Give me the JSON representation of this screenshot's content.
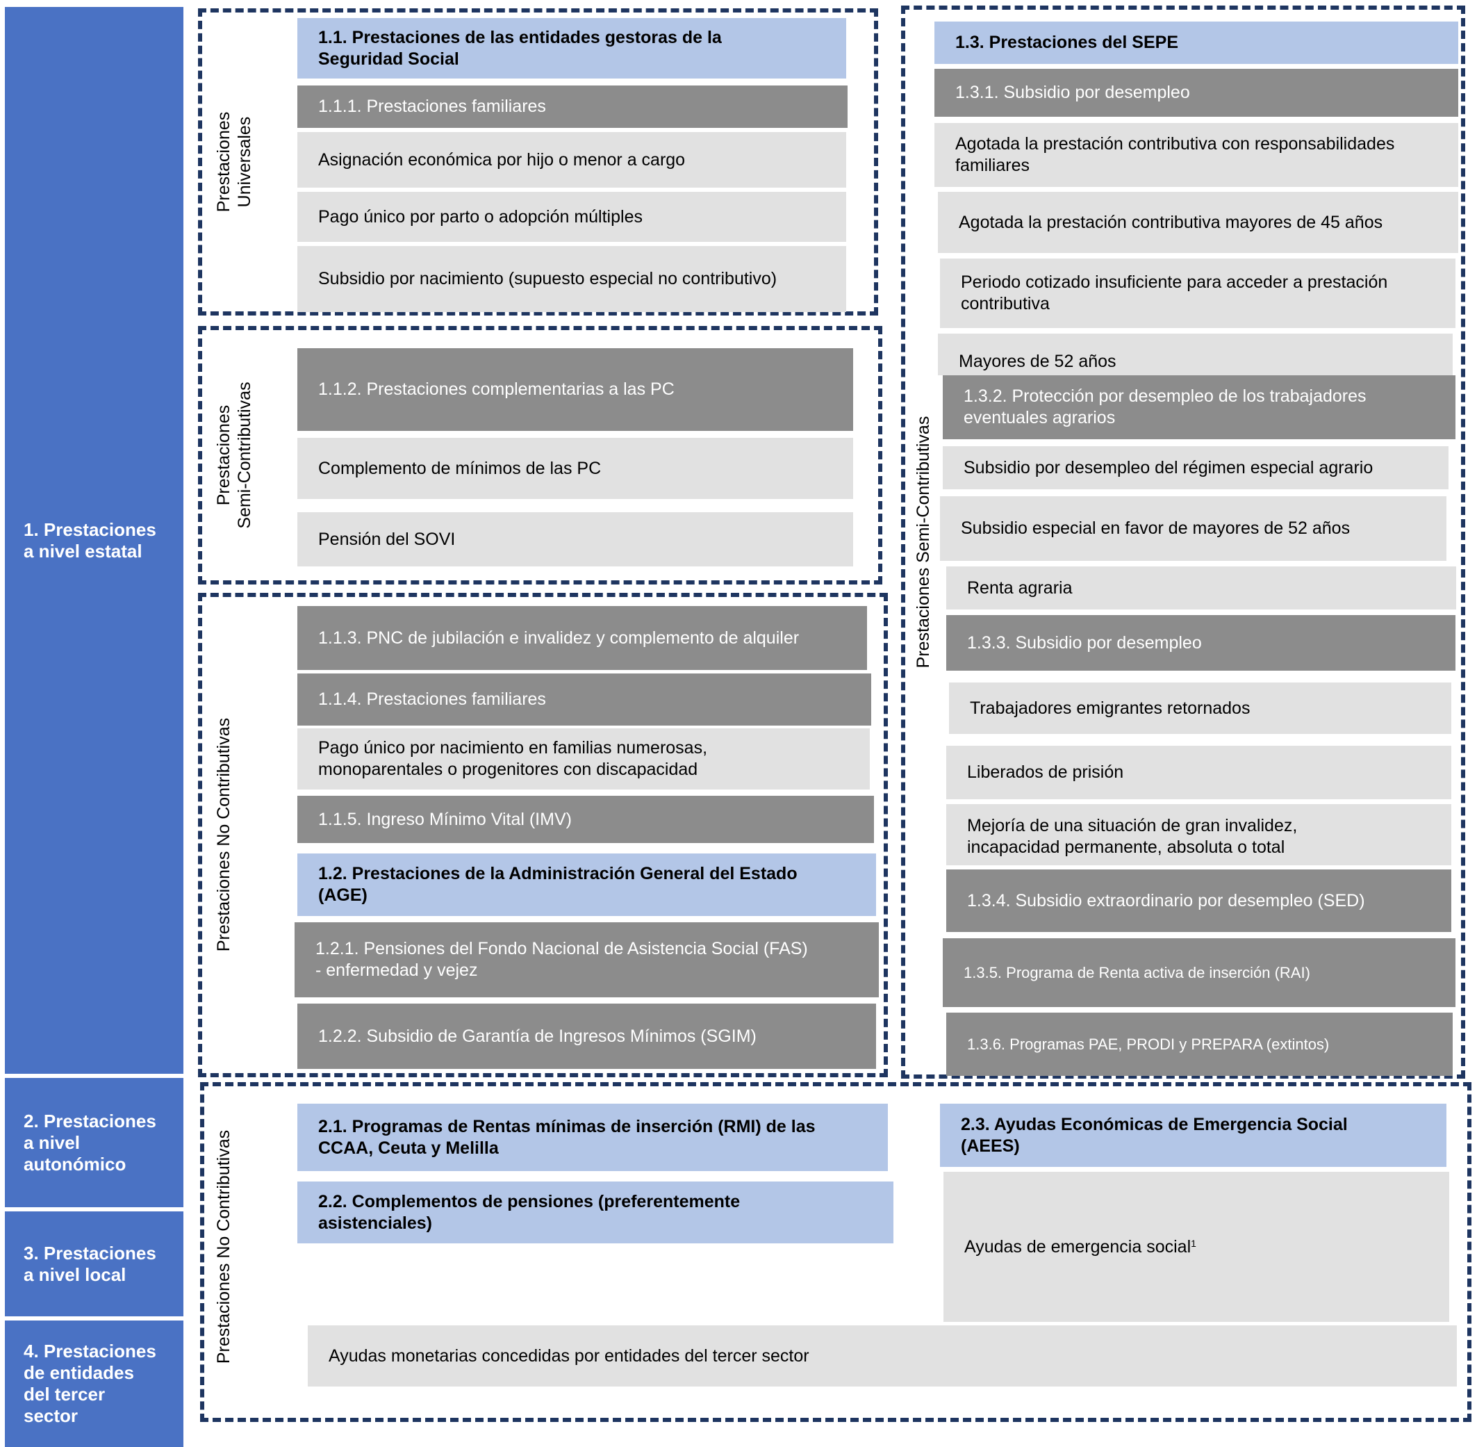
{
  "levels": {
    "estatal": "1. Prestaciones\na nivel estatal",
    "autonomico": "2. Prestaciones\na nivel\nautonómico",
    "local": "3. Prestaciones\na nivel local",
    "tercer_sector": "4. Prestaciones\nde entidades\ndel tercer\nsector"
  },
  "group_labels": {
    "universales": "Prestaciones\nUniversales",
    "semi_contributivas_left": "Prestaciones\nSemi-Contributivas",
    "no_contributivas_left": "Prestaciones No Contributivas",
    "semi_contributivas_right": "Prestaciones Semi-Contributivas",
    "no_contributivas_bottom": "Prestaciones No Contributivas"
  },
  "universales": {
    "header": "1.1. Prestaciones de las entidades gestoras de la\nSeguridad Social",
    "sub": "1.1.1. Prestaciones familiares",
    "items": [
      "Asignación económica por hijo o menor a cargo",
      "Pago único por parto o adopción múltiples",
      "Subsidio por nacimiento (supuesto especial no contributivo)"
    ]
  },
  "semi_left": {
    "sub": "1.1.2. Prestaciones complementarias a las PC",
    "items": [
      "Complemento de mínimos de las PC",
      "Pensión del SOVI"
    ]
  },
  "no_contrib_left": {
    "pnc": "1.1.3. PNC de jubilación e invalidez y complemento de alquiler",
    "familiares": "1.1.4. Prestaciones familiares",
    "pago_unico": "Pago único por nacimiento en familias numerosas,\nmonoparentales o progenitores con discapacidad",
    "imv": "1.1.5. Ingreso Mínimo Vital (IMV)",
    "age_header": "1.2. Prestaciones de la Administración General del Estado\n(AGE)",
    "fas": "1.2.1. Pensiones del Fondo Nacional de Asistencia Social (FAS)\n -  enfermedad y vejez",
    "sgim": "1.2.2. Subsidio de Garantía de Ingresos Mínimos (SGIM)"
  },
  "sepe": {
    "header": "1.3. Prestaciones del SEPE",
    "subsidio": "1.3.1. Subsidio por desempleo",
    "items_131": [
      "Agotada la prestación contributiva con responsabilidades\nfamiliares",
      "Agotada la prestación contributiva mayores de 45 años",
      "Periodo cotizado insuficiente para acceder a prestación\ncontributiva",
      "Mayores de 52 años"
    ],
    "agrarios": "1.3.2. Protección por desempleo de los trabajadores\neventuales agrarios",
    "items_132": [
      "Subsidio por desempleo del régimen especial agrario",
      "Subsidio especial en favor de mayores de 52 años",
      "Renta agraria"
    ],
    "subsidio_133": "1.3.3. Subsidio por desempleo",
    "items_133": [
      "Trabajadores emigrantes retornados",
      "Liberados de prisión",
      "Mejoría de una situación de gran invalidez,\nincapacidad permanente, absoluta o total"
    ],
    "sed": "1.3.4. Subsidio extraordinario por desempleo (SED)",
    "rai": "1.3.5. Programa de Renta activa de inserción (RAI)",
    "pae": "1.3.6. Programas PAE, PRODI y PREPARA (extintos)"
  },
  "bottom": {
    "rmi": "2.1. Programas de Rentas mínimas de inserción (RMI) de las\nCCAA, Ceuta y Melilla",
    "complementos": "2.2. Complementos de pensiones (preferentemente\nasistenciales)",
    "aees": "2.3. Ayudas Económicas de Emergencia Social\n(AEES)",
    "ayudas_emergencia": "Ayudas de emergencia social",
    "footnote": "1",
    "tercer_sector": "Ayudas monetarias concedidas por entidades del tercer sector"
  },
  "colors": {
    "level_blue": "#4a72c4",
    "light_blue": "#b3c6e7",
    "dark_gray": "#8c8c8c",
    "light_gray": "#e1e1e1",
    "dash_navy": "#1e3560"
  }
}
